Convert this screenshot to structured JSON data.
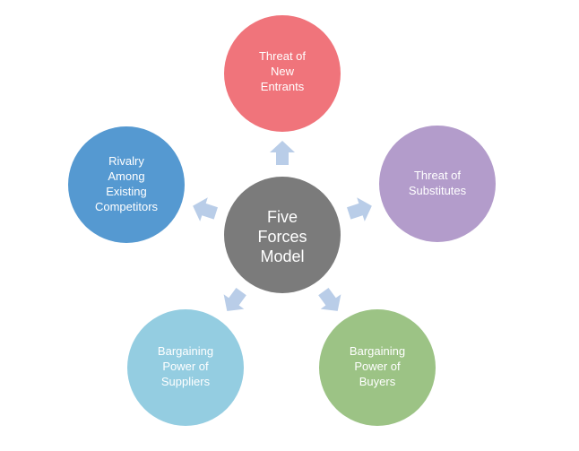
{
  "center": {
    "lines": [
      "Five",
      "Forces",
      "Model"
    ],
    "color": "#7b7b7b"
  },
  "forces": [
    {
      "id": "threat-of-new-entrants",
      "lines": [
        "Threat of",
        "New",
        "Entrants"
      ],
      "color": "#f0747b"
    },
    {
      "id": "threat-of-substitutes",
      "lines": [
        "Threat of",
        "Substitutes"
      ],
      "color": "#b39ccb"
    },
    {
      "id": "bargaining-power-of-buyers",
      "lines": [
        "Bargaining",
        "Power of",
        "Buyers"
      ],
      "color": "#9cc385"
    },
    {
      "id": "bargaining-power-of-suppliers",
      "lines": [
        "Bargaining",
        "Power of",
        "Suppliers"
      ],
      "color": "#94cde1"
    },
    {
      "id": "rivalry-among-existing-competitors",
      "lines": [
        "Rivalry",
        "Among",
        "Existing",
        "Competitors"
      ],
      "color": "#5599d1"
    }
  ],
  "arrow_color": "#b9cde8"
}
